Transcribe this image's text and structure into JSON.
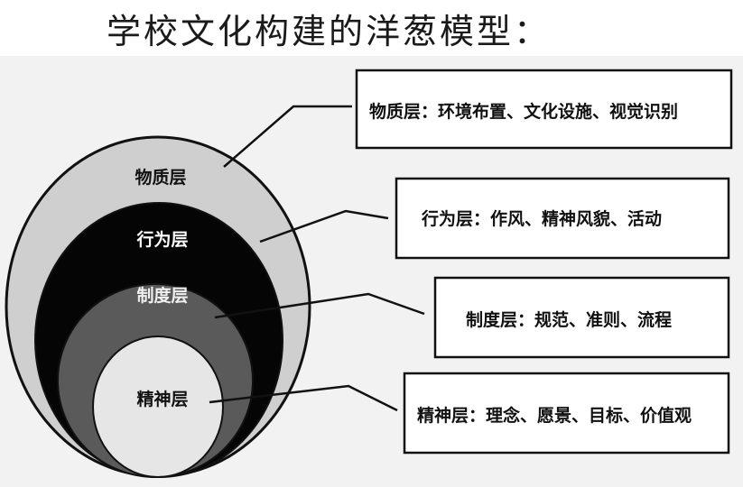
{
  "title": "学校文化构建的洋葱模型：",
  "layers": [
    {
      "name": "物质层",
      "description": "物质层：环境布置、文化设施、视觉识别",
      "fill": "#cfcfcf",
      "text_color": "#111111"
    },
    {
      "name": "行为层",
      "description": "行为层：作风、精神风貌、活动",
      "fill": "#050505",
      "text_color": "#ffffff"
    },
    {
      "name": "制度层",
      "description": "制度层：规范、准则、流程",
      "fill": "#5a5a5a",
      "text_color": "#f0f0f0"
    },
    {
      "name": "精神层",
      "description": "精神层：理念、愿景、目标、价值观",
      "fill": "#e6e6e6",
      "text_color": "#111111"
    }
  ],
  "colors": {
    "outline": "#111111",
    "panel_background": "#f2f2f2",
    "box_background": "#ffffff"
  }
}
